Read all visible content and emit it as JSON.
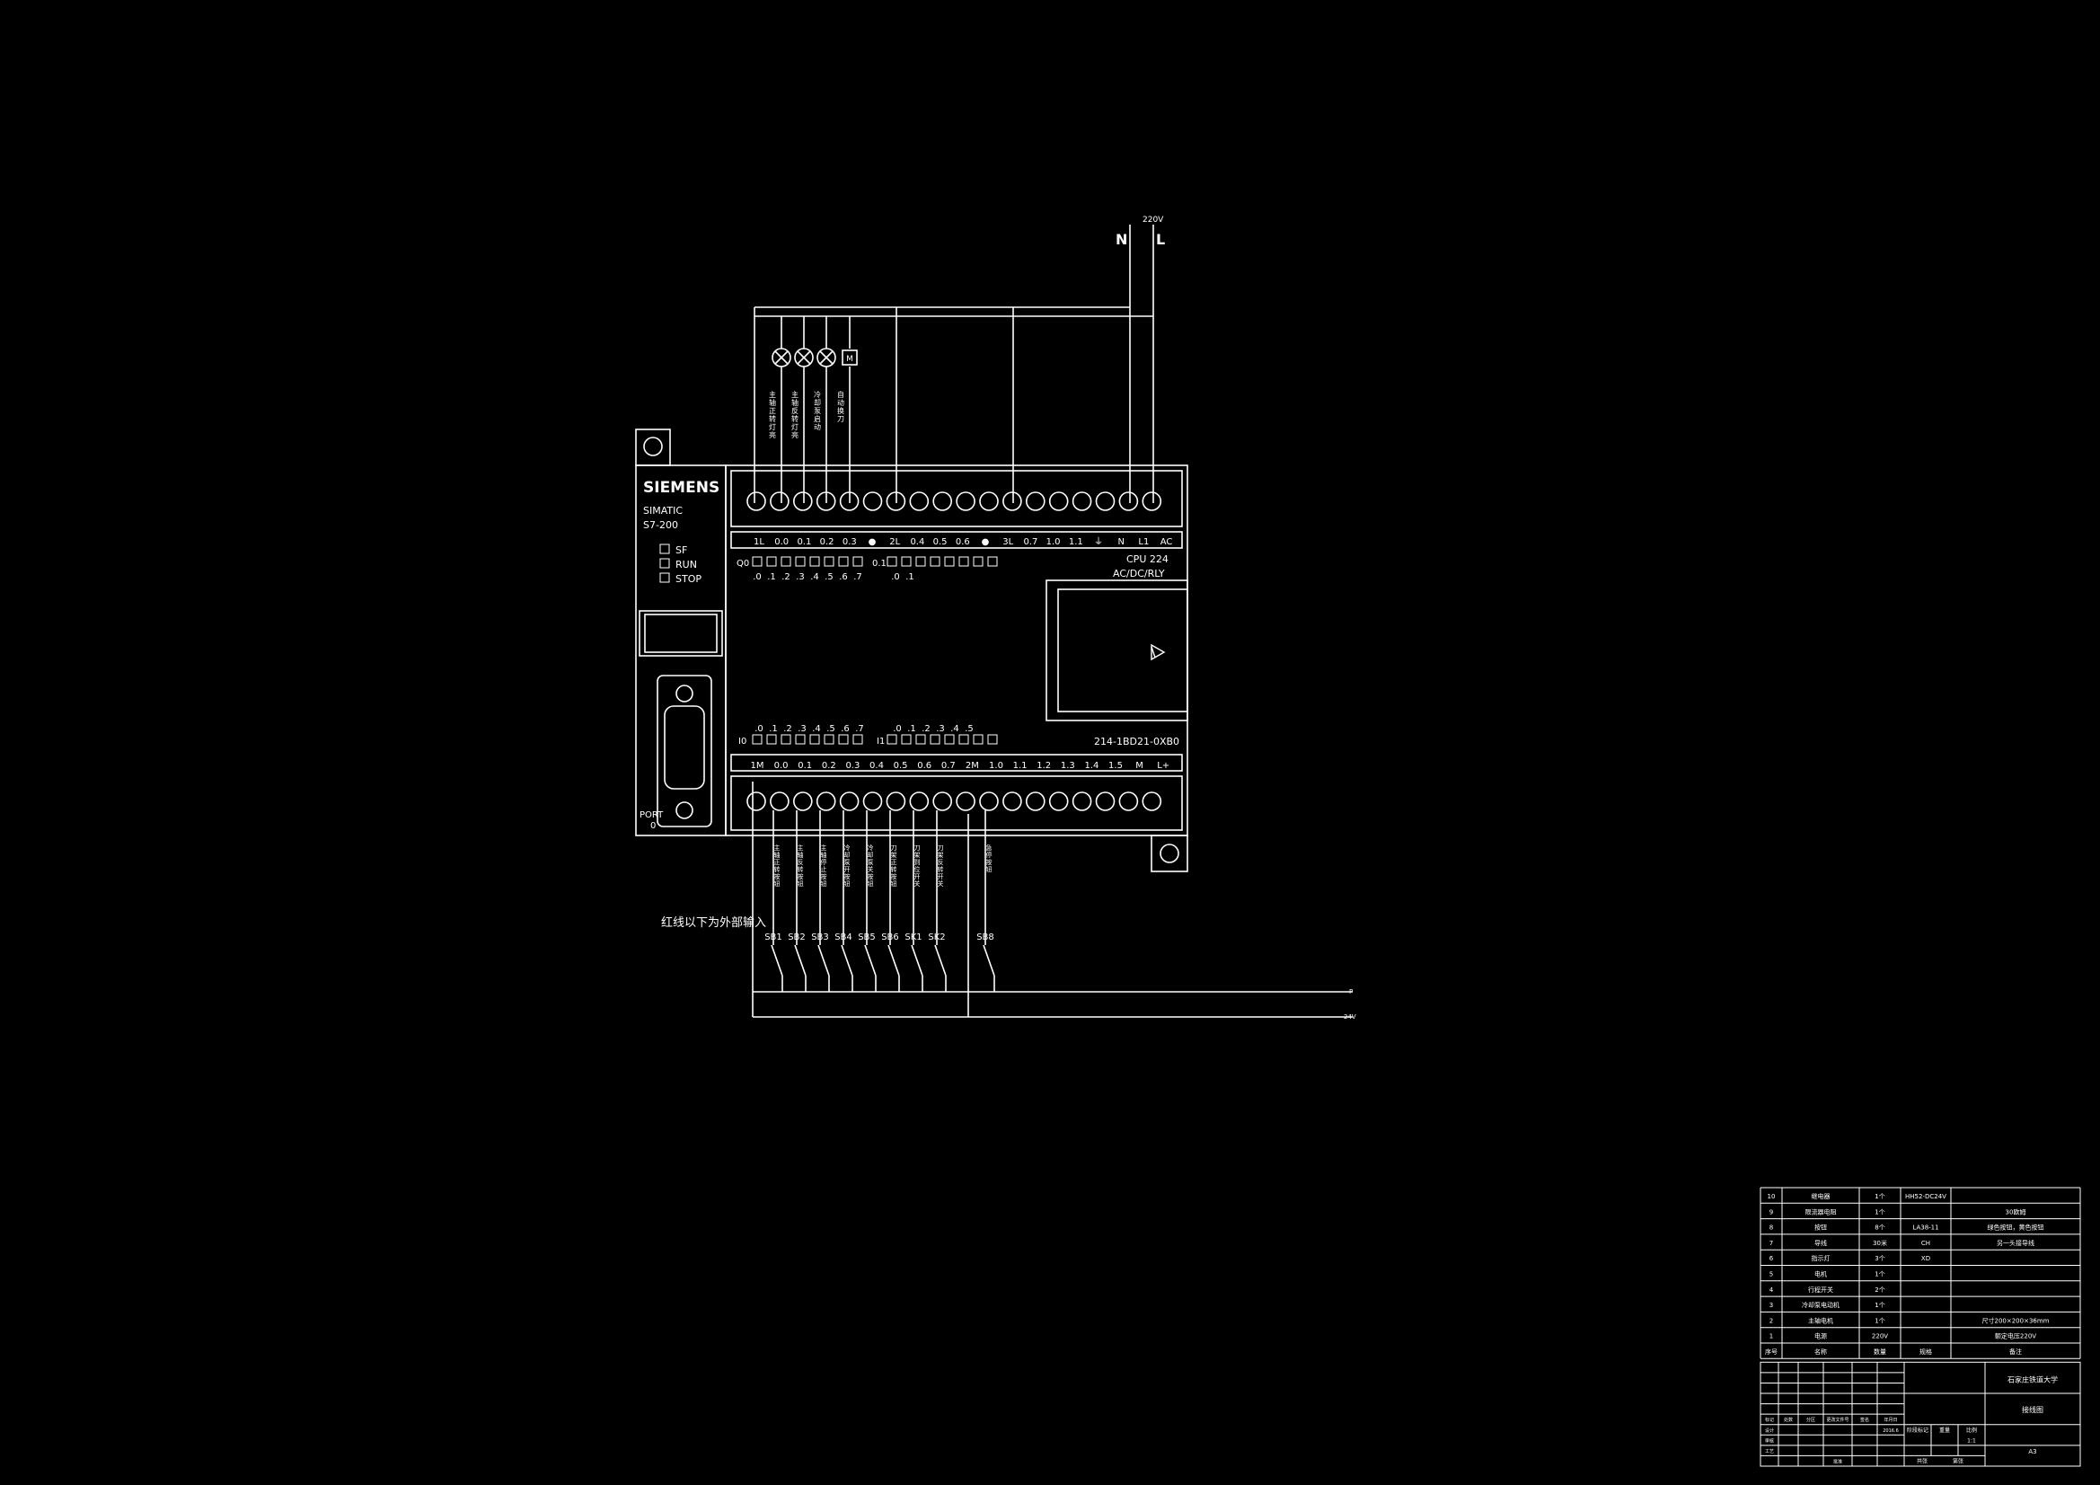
{
  "supply": {
    "voltage": "220V",
    "n": "N",
    "l": "L"
  },
  "brand": "SIEMENS",
  "model_line1": "SIMATIC",
  "model_line2": "S7-200",
  "leds": [
    "SF",
    "RUN",
    "STOP"
  ],
  "port_label": "PORT",
  "port_number": "0",
  "cpu_line1": "CPU 224",
  "cpu_line2": "AC/DC/RLY",
  "order_number": "214-1BD21-0XB0",
  "top_terminal_labels": [
    "1L",
    "0.0",
    "0.1",
    "0.2",
    "0.3",
    "●",
    "2L",
    "0.4",
    "0.5",
    "0.6",
    "●",
    "3L",
    "0.7",
    "1.0",
    "1.1",
    "⏚",
    "N",
    "L1",
    "AC"
  ],
  "output_group0_label": "Q0",
  "output_group1_label": "0.1",
  "output_bits0": [
    ".0",
    ".1",
    ".2",
    ".3",
    ".4",
    ".5",
    ".6",
    ".7"
  ],
  "output_bits1": [
    ".0",
    ".1"
  ],
  "input_group0_label": "I0",
  "input_group1_label": "I1",
  "input_bits0": [
    ".0",
    ".1",
    ".2",
    ".3",
    ".4",
    ".5",
    ".6",
    ".7"
  ],
  "input_bits1": [
    ".0",
    ".1",
    ".2",
    ".3",
    ".4",
    ".5"
  ],
  "bottom_terminal_labels": [
    "1M",
    "0.0",
    "0.1",
    "0.2",
    "0.3",
    "0.4",
    "0.5",
    "0.6",
    "0.7",
    "2M",
    "1.0",
    "1.1",
    "1.2",
    "1.3",
    "1.4",
    "1.5",
    "M",
    "L+"
  ],
  "outputs": [
    {
      "label": "主轴正转灯亮",
      "icon": "lamp-icon"
    },
    {
      "label": "主轴反转灯亮",
      "icon": "lamp-icon"
    },
    {
      "label": "冷却泵启动",
      "icon": "lamp-icon"
    },
    {
      "label": "自动换刀",
      "icon": "motor-icon",
      "symbol": "M"
    }
  ],
  "inputs": [
    {
      "code": "SB1",
      "label": "主轴正转按钮"
    },
    {
      "code": "SB2",
      "label": "主轴反转按钮"
    },
    {
      "code": "SB3",
      "label": "主轴停止按钮"
    },
    {
      "code": "SB4",
      "label": "冷却泵开按钮"
    },
    {
      "code": "SB5",
      "label": "冷却泵关按钮"
    },
    {
      "code": "SB6",
      "label": "刀架正转按钮"
    },
    {
      "code": "SK1",
      "label": "刀架到位开关"
    },
    {
      "code": "SK2",
      "label": "刀架反转开关"
    },
    {
      "code": "SB8",
      "label": "急停按钮"
    }
  ],
  "note": "红线以下为外部输入",
  "bus_label_top": "P",
  "bus_label_bottom": "24V",
  "bom": {
    "rows": [
      {
        "no": "10",
        "name": "继电器",
        "qty": "1个",
        "model": "HH52-DC24V",
        "note": ""
      },
      {
        "no": "9",
        "name": "限流器电阻",
        "qty": "1个",
        "model": "",
        "note": "30欧姆"
      },
      {
        "no": "8",
        "name": "按钮",
        "qty": "8个",
        "model": "LA38-11",
        "note": "绿色按钮，黄色按钮"
      },
      {
        "no": "7",
        "name": "导线",
        "qty": "30米",
        "model": "CH",
        "note": "另一头接导线"
      },
      {
        "no": "6",
        "name": "指示灯",
        "qty": "3个",
        "model": "XD",
        "note": ""
      },
      {
        "no": "5",
        "name": "电机",
        "qty": "1个",
        "model": "",
        "note": ""
      },
      {
        "no": "4",
        "name": "行程开关",
        "qty": "2个",
        "model": "",
        "note": ""
      },
      {
        "no": "3",
        "name": "冷却泵电动机",
        "qty": "1个",
        "model": "",
        "note": ""
      },
      {
        "no": "2",
        "name": "主轴电机",
        "qty": "1个",
        "model": "",
        "note": "尺寸200×200×36mm"
      },
      {
        "no": "1",
        "name": "电源",
        "qty": "220V",
        "model": "",
        "note": "额定电压220V"
      }
    ],
    "header": {
      "no": "序号",
      "name": "名称",
      "qty": "数量",
      "model": "规格",
      "note": "备注"
    }
  },
  "title_block": {
    "school": "石家庄铁道大学",
    "drawing": "接线图",
    "scale": "1:1",
    "sheet": "A3",
    "row_labels": [
      "标记",
      "设计",
      "审核",
      "工艺"
    ],
    "col_labels": [
      "处数",
      "分区",
      "更改文件号",
      "签名",
      "年月日"
    ],
    "mid_labels": [
      "阶段标记",
      "重量",
      "比例"
    ],
    "bottom_labels": [
      "共张",
      "第张"
    ],
    "approve_label": "批准",
    "date": "2016.6"
  }
}
